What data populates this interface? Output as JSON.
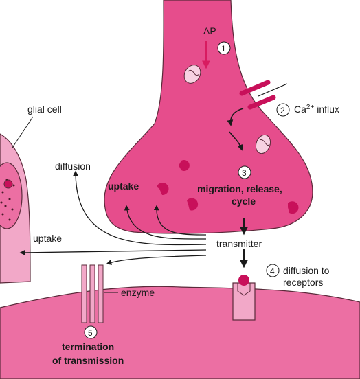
{
  "colors": {
    "background": "#ffffff",
    "tissue_light": "#f2a8c8",
    "tissue_mid": "#ec6fa3",
    "terminal": "#e64d8c",
    "outline": "#5a2a3a",
    "vesicle": "#c8105a",
    "arrow_ink": "#1a1a1a",
    "ap_arrow": "#d81b60"
  },
  "labels": {
    "ap": "AP",
    "step1": "1",
    "step2": "2",
    "ca_influx_prefix": "Ca",
    "ca_influx_sup": "2+",
    "ca_influx_suffix": " influx",
    "step3": "3",
    "migration_line1": "migration, release,",
    "migration_line2": "cycle",
    "glial_cell": "glial cell",
    "diffusion": "diffusion",
    "uptake_terminal": "uptake",
    "uptake_glial": "uptake",
    "transmitter": "transmitter",
    "step4": "4",
    "diffusion_to_line1": "diffusion to",
    "diffusion_to_line2": "receptors",
    "enzyme": "enzyme",
    "step5": "5",
    "termination_line1": "termination",
    "termination_line2": "of transmission"
  },
  "icons": [
    "mitochondrion-icon",
    "vesicle-icon",
    "receptor-icon",
    "calcium-channel-icon",
    "enzyme-icon"
  ]
}
